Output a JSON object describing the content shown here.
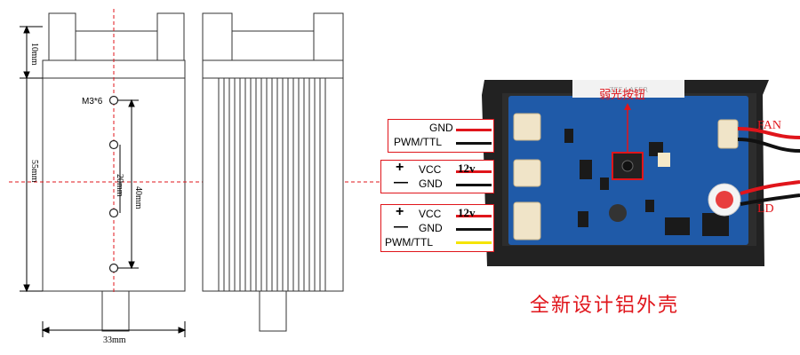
{
  "drawing": {
    "labels": {
      "top_height": "10mm",
      "body_height": "55mm",
      "hole_label": "M3*6",
      "hole_spacing_outer": "40mm",
      "hole_spacing_inner": "20mm",
      "width": "33mm"
    }
  },
  "photo": {
    "brand_strip": "ZEE LASER",
    "labels": {
      "dim_button": "弱光按钮",
      "fan": "FAN",
      "ld": "LD"
    },
    "connector_groups": [
      {
        "rows": [
          {
            "symbol": "",
            "label": "GND",
            "wire_color": "#e0151b",
            "voltage": ""
          },
          {
            "symbol": "",
            "label": "PWM/TTL",
            "wire_color": "#111111",
            "voltage": ""
          }
        ]
      },
      {
        "rows": [
          {
            "symbol": "+",
            "label": "VCC",
            "wire_color": "#e0151b",
            "voltage": "12v"
          },
          {
            "symbol": "—",
            "label": "GND",
            "wire_color": "#111111",
            "voltage": ""
          }
        ]
      },
      {
        "rows": [
          {
            "symbol": "+",
            "label": "VCC",
            "wire_color": "#e0151b",
            "voltage": "12v"
          },
          {
            "symbol": "—",
            "label": "GND",
            "wire_color": "#111111",
            "voltage": ""
          },
          {
            "symbol": "",
            "label": "PWM/TTL",
            "wire_color": "#f5e400",
            "voltage": ""
          }
        ]
      }
    ]
  },
  "caption": "全新设计铝外壳",
  "colors": {
    "accent": "#e0151b",
    "pcb": "#1f5aa8",
    "case": "#2a2a2a"
  }
}
